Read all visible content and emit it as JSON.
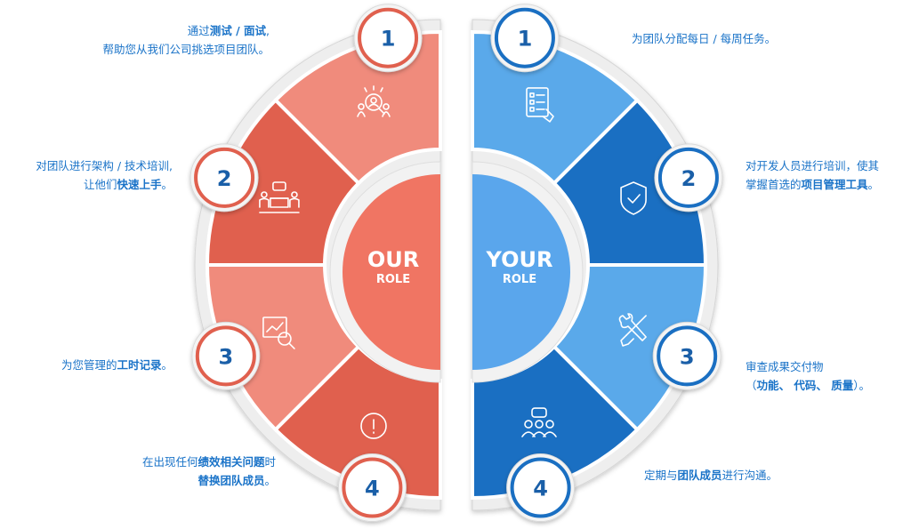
{
  "our_role": {
    "title": "OUR",
    "subtitle": "ROLE",
    "color_light": "#f08b7c",
    "color_dark": "#e0604e",
    "steps": [
      {
        "number": "1",
        "icon": "interview-search-icon",
        "text_lines": [
          [
            "通过",
            "测试 / 面试",
            ","
          ],
          [
            "帮助您从我们公司挑选项目团队。"
          ]
        ]
      },
      {
        "number": "2",
        "icon": "team-meeting-icon",
        "text_lines": [
          [
            "对团队进行架构 / 技术培训,"
          ],
          [
            "让他们",
            "快速上手",
            "。"
          ]
        ]
      },
      {
        "number": "3",
        "icon": "chart-analysis-icon",
        "text_lines": [
          [
            "为您管理的",
            "工时记录",
            "。"
          ]
        ]
      },
      {
        "number": "4",
        "icon": "alert-icon",
        "text_lines": [
          [
            "在出现任何",
            "绩效相关问题",
            "时"
          ],
          [
            "替换团队成员",
            "。"
          ]
        ]
      }
    ]
  },
  "your_role": {
    "title": "YOUR",
    "subtitle": "ROLE",
    "color_light": "#5aa9ea",
    "color_dark": "#1a6fc2",
    "steps": [
      {
        "number": "1",
        "icon": "task-list-icon",
        "text_lines": [
          [
            "为团队分配每日 / 每周任务",
            "。"
          ]
        ]
      },
      {
        "number": "2",
        "icon": "shield-check-icon",
        "text_lines": [
          [
            "对开发人员进行培训，使其"
          ],
          [
            "掌握首选的",
            "项目管理工具",
            "。"
          ]
        ]
      },
      {
        "number": "3",
        "icon": "tools-icon",
        "text_lines": [
          [
            "审查成果交付物"
          ],
          [
            "（",
            "功能、 代码、 质量",
            "）。"
          ]
        ]
      },
      {
        "number": "4",
        "icon": "team-group-icon",
        "text_lines": [
          [
            "定期与",
            "团队成员",
            "进行沟通。"
          ]
        ]
      }
    ]
  },
  "colors": {
    "text": "#1a73c8",
    "ring": "#e8e8e8"
  }
}
